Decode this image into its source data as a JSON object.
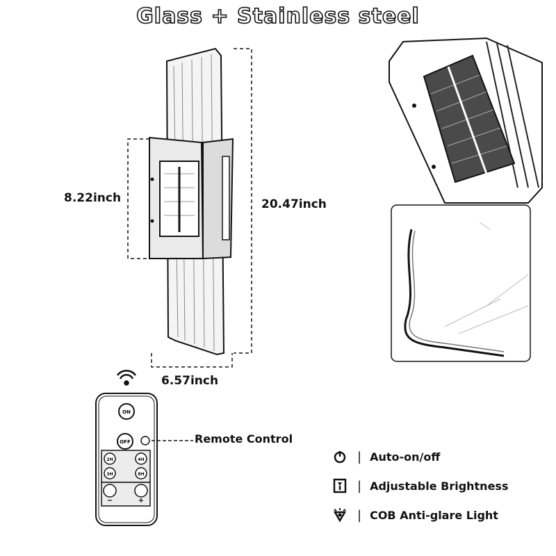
{
  "title": "Glass + Stainless steel",
  "dimensions": {
    "panel_height": "8.22inch",
    "total_height": "20.47inch",
    "width": "6.57inch"
  },
  "remote": {
    "label": "Remote Control",
    "buttons": {
      "on": "ON",
      "off": "OFF",
      "timer_2h": "2H",
      "timer_4h": "4H",
      "timer_3h": "3H",
      "timer_8h": "8H",
      "minus": "−",
      "plus": "+"
    }
  },
  "features": [
    {
      "icon": "power-icon",
      "label": "Auto-on/off"
    },
    {
      "icon": "brightness-icon",
      "label": "Adjustable Brightness"
    },
    {
      "icon": "cob-light-icon",
      "label": "COB Anti-glare Light"
    }
  ],
  "separator": "|"
}
